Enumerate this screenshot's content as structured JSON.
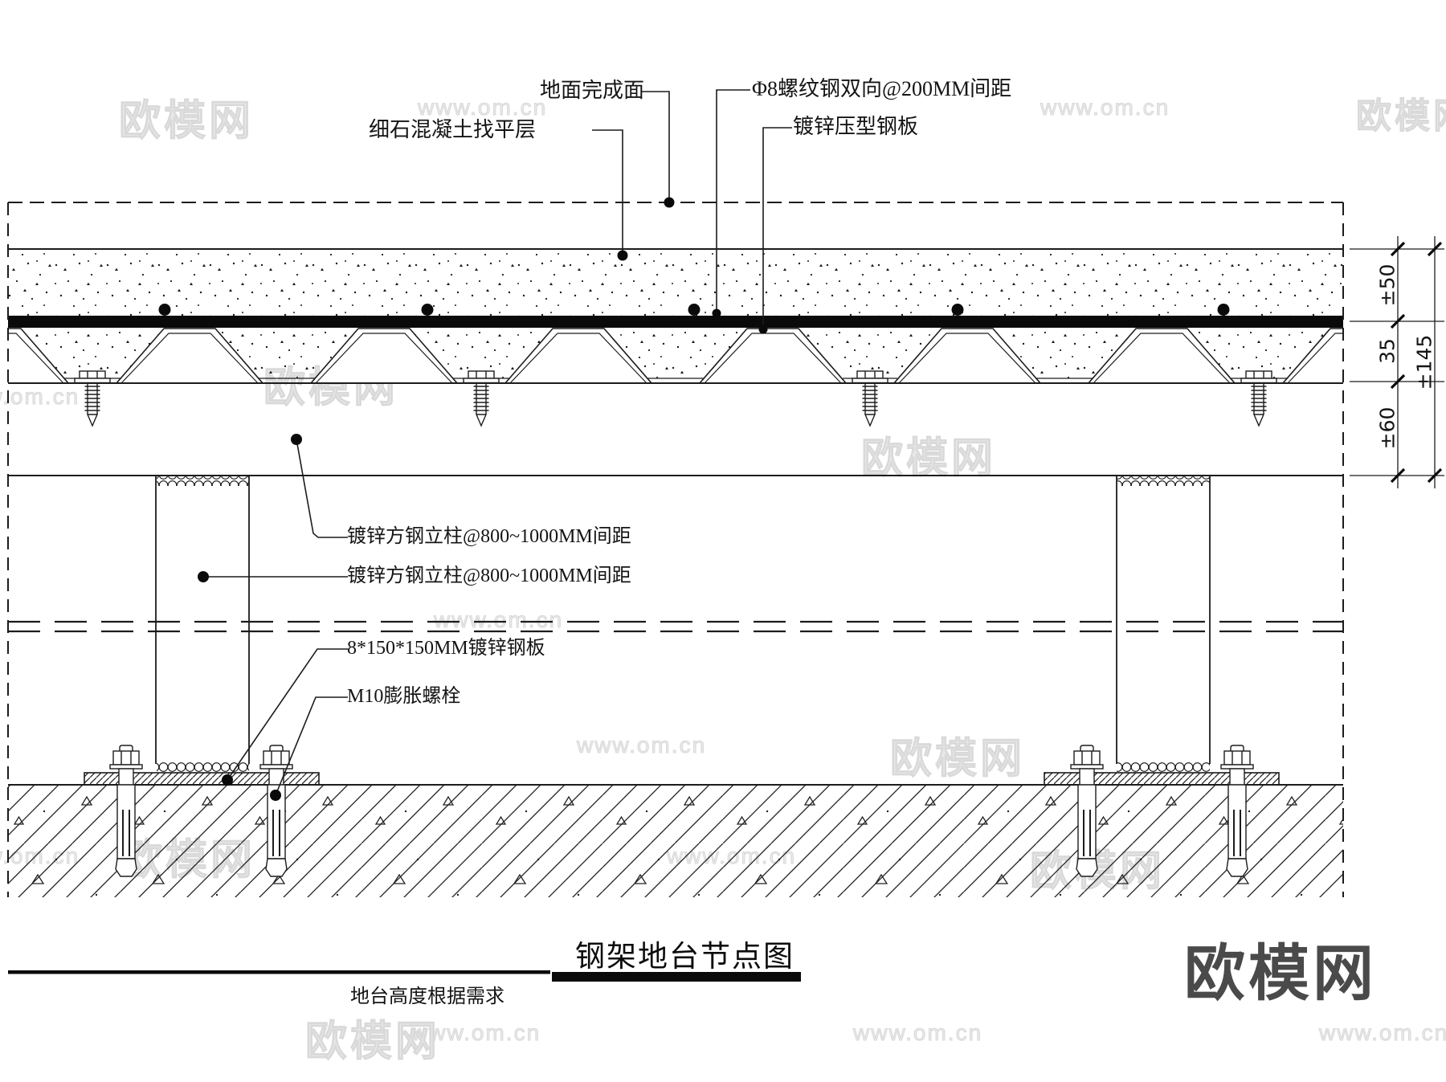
{
  "drawing": {
    "callouts": {
      "floor_finish": "地面完成面",
      "concrete_leveling": "细石混凝土找平层",
      "rebar": "Φ8螺纹钢双向@200MM间距",
      "galvanized_deck": "镀锌压型钢板",
      "steel_post_1": "镀锌方钢立柱@800~1000MM间距",
      "steel_post_2": "镀锌方钢立柱@800~1000MM间距",
      "steel_plate": "8*150*150MM镀锌钢板",
      "expansion_bolt": "M10膨胀螺栓"
    },
    "dimensions": {
      "slab": "±50",
      "deck": "35",
      "beam": "±60",
      "total": "±145"
    }
  },
  "title_block": {
    "title": "钢架地台节点图",
    "note": "地台高度根据需求"
  },
  "branding": {
    "logo": "欧模网",
    "watermark_site": "www.om.cn",
    "watermark_name": "欧模网"
  },
  "colors": {
    "line": "#1c1c1c",
    "logo_gray": "#4a4a4a",
    "watermark_gray": "#dcdcdc"
  }
}
